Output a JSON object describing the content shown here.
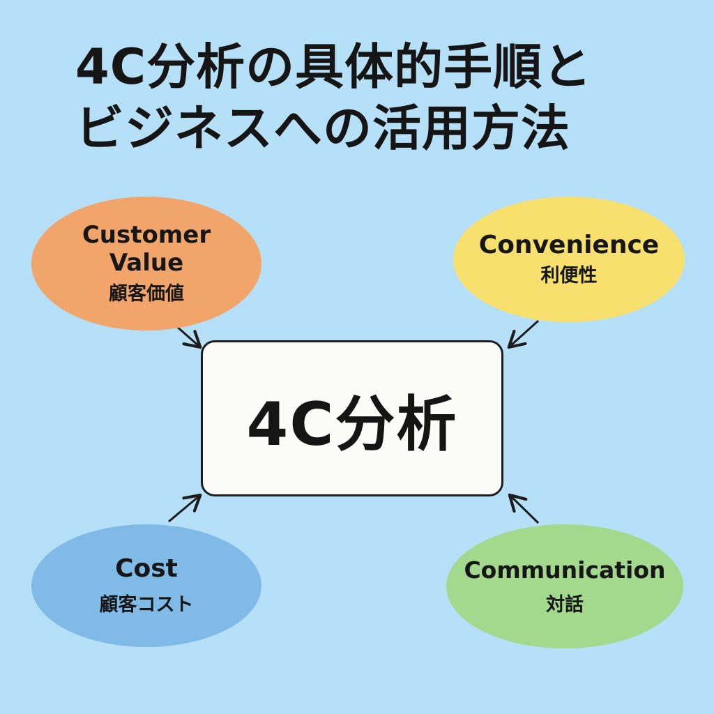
{
  "title": {
    "line1": "4C分析の具体的手順と",
    "line2": "ビジネスへの活用方法"
  },
  "center": {
    "label": "4C分析"
  },
  "nodes": [
    {
      "id": "customer",
      "en": "Customer Value",
      "jp": "顧客価値",
      "color": "#f2a56b"
    },
    {
      "id": "convenience",
      "en": "Convenience",
      "jp": "利便性",
      "color": "#f8e06f"
    },
    {
      "id": "cost",
      "en": "Cost",
      "jp": "顧客コスト",
      "color": "#7fbbe6"
    },
    {
      "id": "communication",
      "en": "Communication",
      "jp": "対話",
      "color": "#a2d98d"
    }
  ],
  "colors": {
    "background": "#b6e0f7",
    "box_fill": "#fbfbf8",
    "ink": "#151515"
  }
}
